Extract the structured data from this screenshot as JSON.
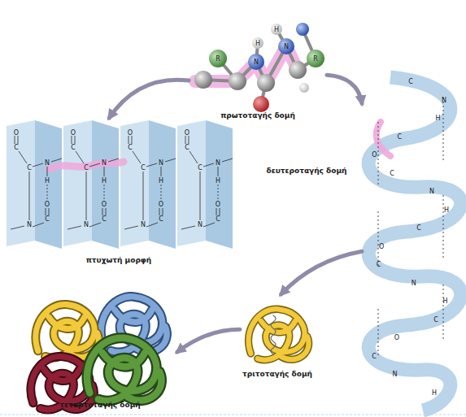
{
  "diagram": {
    "nodes": [
      {
        "text": [
          "πρωτοταγής δομή"
        ]
      },
      {
        "text": [
          "πτυχωτή μορφή"
        ]
      },
      {
        "text": [
          "δευτεροταγής δομή"
        ]
      },
      {
        "text": [
          "τριτοταγής δομή"
        ]
      },
      {
        "text": [
          "τεταρτοταγής δομή"
        ]
      }
    ],
    "edges": [
      {
        "from": 0,
        "to": 1,
        "arrow": "to"
      },
      {
        "from": 0,
        "to": 2,
        "arrow": "to"
      },
      {
        "from": 2,
        "to": 3,
        "arrow": "to"
      },
      {
        "from": 3,
        "to": 4,
        "arrow": "to"
      }
    ],
    "labels": [
      "R",
      "N",
      "H",
      "N",
      "H",
      "R",
      "O",
      "C",
      "C",
      "N",
      "H",
      "O",
      "C",
      "N",
      "O",
      "C",
      "C",
      "N",
      "H",
      "O",
      "C",
      "N",
      "O",
      "C",
      "C",
      "N",
      "H",
      "O",
      "C",
      "N",
      "O",
      "C",
      "C",
      "N",
      "H",
      "O",
      "C",
      "N",
      "C",
      "N",
      "H",
      "C",
      "O",
      "C",
      "N",
      "H",
      "C",
      "O",
      "C",
      "N",
      "H",
      "C",
      "O",
      "C",
      "N",
      "H"
    ]
  }
}
